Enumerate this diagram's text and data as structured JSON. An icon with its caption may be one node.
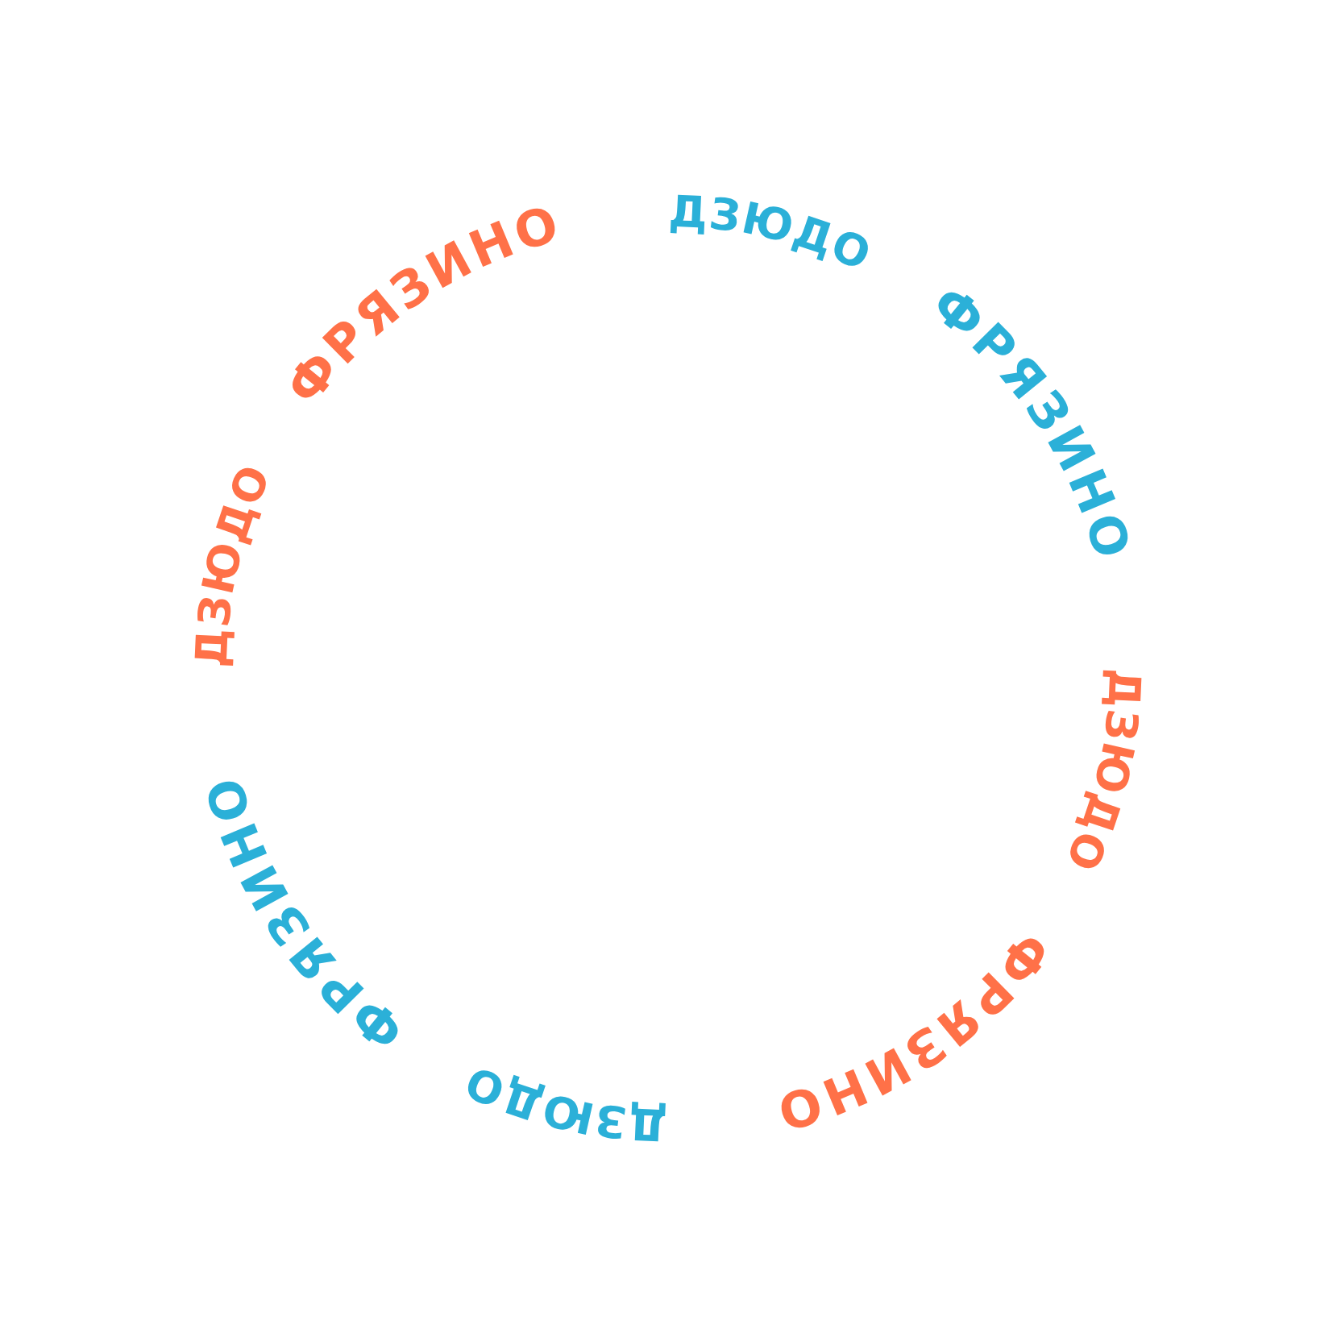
{
  "diagram": {
    "labels": [
      "ФРЯЗИНО",
      "ДЗЮДО",
      "ФРЯЗИНО",
      "ДЗЮДО",
      "ФРЯЗИНО",
      "ДЗЮДО",
      "ФРЯЗИНО",
      "ДЗЮДО"
    ]
  }
}
